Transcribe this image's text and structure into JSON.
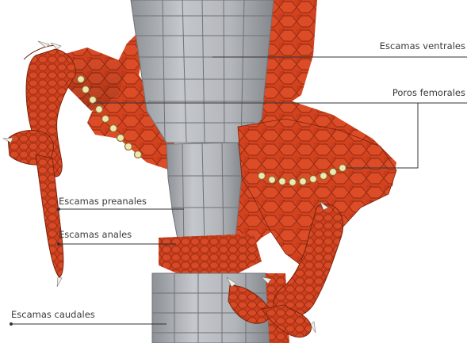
{
  "labels": {
    "ventral": "Escamas ventrales",
    "femoral": "Poros femorales",
    "preanal": "Escamas preanales",
    "anal": "Escamas anales",
    "caudal": "Escamas caudales"
  },
  "colors": {
    "skin": "#d3421f",
    "skin_dark": "#8f2a10",
    "scale_gray": "#aeb1b6",
    "scale_edge": "#6f7277",
    "pore": "#efe6b4",
    "claw": "#f2efe6",
    "leader": "#333333"
  },
  "femoral_pore_count": {
    "left_leg": 9,
    "right_leg": 9
  }
}
